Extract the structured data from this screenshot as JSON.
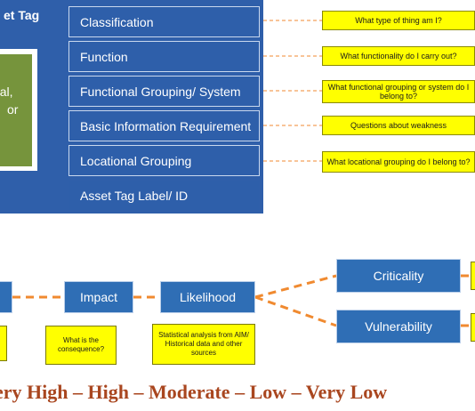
{
  "asset_tag": {
    "title": "et Tag",
    "inner_text_line1": "rial,",
    "inner_text_line2": "or",
    "fields": [
      "Classification",
      "Function",
      "Functional Grouping/ System",
      "Basic Information Requirement",
      "Locational Grouping",
      "Asset Tag Label/ ID"
    ]
  },
  "questions": [
    "What type of thing am I?",
    "What functionality do I carry out?",
    "What functional grouping or system do I belong to?",
    "Questions about weakness",
    "What locational grouping do I belong to?"
  ],
  "assessment": {
    "impact_label": "Impact",
    "likelihood_label": "Likelihood",
    "criticality_label": "Criticality",
    "vulnerability_label": "Vulnerability",
    "impact_note": "What is the consequence?",
    "likelihood_note": "Statistical analysis from AIM/ Historical data and other sources"
  },
  "rating_scale": "ery High – High – Moderate – Low – Very Low",
  "colors": {
    "panel_blue": "#2f5faa",
    "box_blue": "#2f6eb5",
    "note_yellow": "#ffff00",
    "connector_orange": "#f08a30",
    "scale_text": "#a9461f",
    "inner_green": "#76943c"
  }
}
